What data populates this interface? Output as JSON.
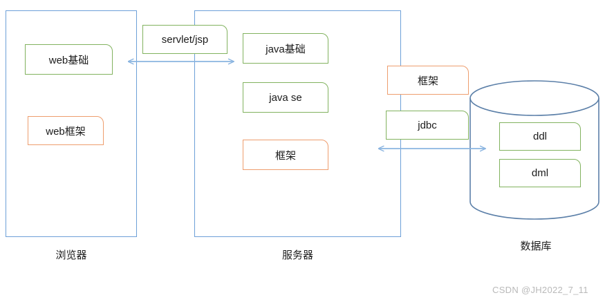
{
  "diagram": {
    "title": "Browser / Server / Database layered architecture",
    "colors": {
      "frame_border": "#6c9fd8",
      "green_border": "#81b25e",
      "orange_border": "#ee9d6d",
      "arrow": "#8ab4e0",
      "cylinder_stroke": "#5b7fa8",
      "text": "#1b1b1b",
      "watermark": "#b9b9b9"
    },
    "containers": [
      {
        "key": "browser",
        "caption": "浏览器"
      },
      {
        "key": "server",
        "caption": "服务器"
      },
      {
        "key": "database",
        "caption": "数据库"
      }
    ],
    "browser_nodes": [
      {
        "label": "web基础",
        "style": "green"
      },
      {
        "label": "web框架",
        "style": "orange"
      }
    ],
    "server_nodes": [
      {
        "label": "java基础",
        "style": "green"
      },
      {
        "label": "java se",
        "style": "green"
      },
      {
        "label": "框架",
        "style": "orange"
      }
    ],
    "edge_nodes": [
      {
        "label": "servlet/jsp",
        "style": "green"
      },
      {
        "label": "框架",
        "style": "orange"
      },
      {
        "label": "jdbc",
        "style": "green"
      }
    ],
    "database_nodes": [
      {
        "label": "ddl",
        "style": "green"
      },
      {
        "label": "dml",
        "style": "green"
      }
    ],
    "connections": [
      {
        "name": "browser-server-link",
        "direction": "bidirectional"
      },
      {
        "name": "server-database-link",
        "direction": "bidirectional"
      }
    ]
  },
  "watermark": {
    "text": "CSDN @JH2022_7_11"
  }
}
